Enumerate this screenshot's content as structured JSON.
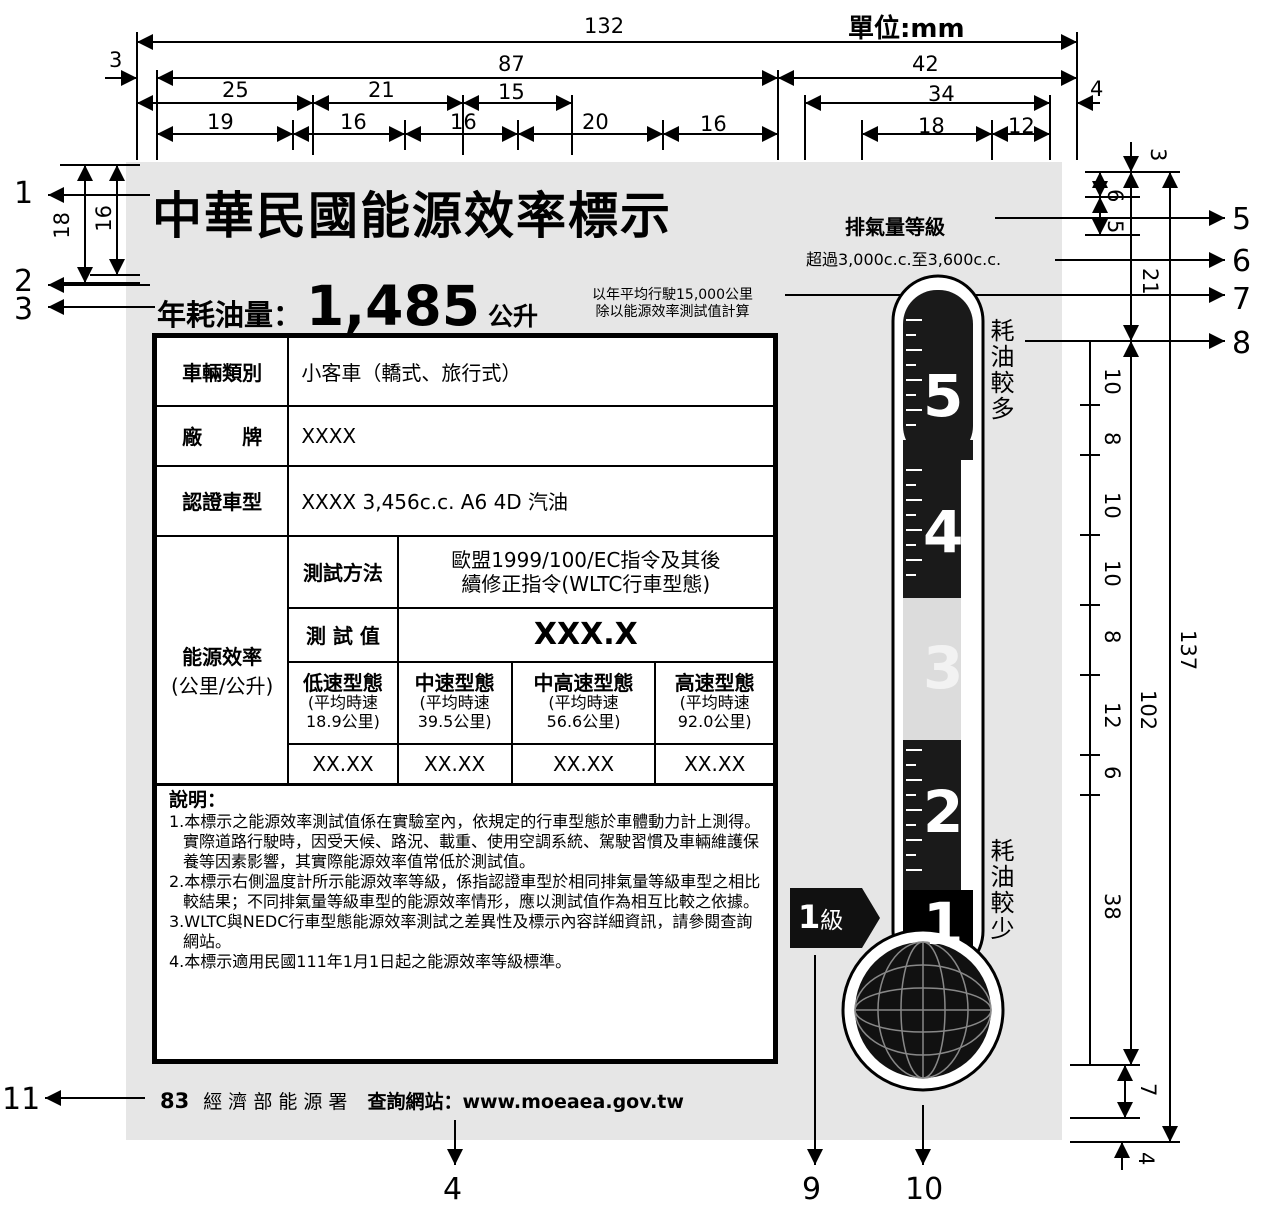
{
  "unit": "單位:mm",
  "label": {
    "title": "中華民國能源效率標示",
    "fuel_prefix": "年耗油量：",
    "fuel_value": "1,485",
    "fuel_unit": "公升",
    "fuel_note_line1": "以年平均行駛15,000公里",
    "fuel_note_line2": "除以能源效率測試值計算",
    "class_title": "排氣量等級",
    "class_range": "超過3,000c.c.至3,600c.c.",
    "rows": [
      {
        "k": "車輛類別",
        "v": "小客車（轎式、旅行式）"
      },
      {
        "k": "廠　　牌",
        "v": "XXXX"
      },
      {
        "k": "認證車型",
        "v": "XXXX 3,456c.c. A6 4D 汽油"
      }
    ],
    "efficiency": {
      "label1": "能源效率",
      "label2": "(公里/公升)",
      "method_k": "測試方法",
      "method_v1": "歐盟1999/100/EC指令及其後",
      "method_v2": "續修正指令(WLTC行車型態)",
      "value_k": "測 試 值",
      "value_v": "XXX.X",
      "modes": [
        {
          "name": "低速型態",
          "d1": "(平均時速",
          "d2": "18.9公里)",
          "val": "XX.XX"
        },
        {
          "name": "中速型態",
          "d1": "(平均時速",
          "d2": "39.5公里)",
          "val": "XX.XX"
        },
        {
          "name": "中高速型態",
          "d1": "(平均時速",
          "d2": "56.6公里)",
          "val": "XX.XX"
        },
        {
          "name": "高速型態",
          "d1": "(平均時速",
          "d2": "92.0公里)",
          "val": "XX.XX"
        }
      ]
    },
    "explanation_title": "說明：",
    "explanations": [
      "1.本標示之能源效率測試值係在實驗室內，依規定的行車型態於車體動力計上測得。實際道路行駛時，因受天候、路況、載重、使用空調系統、駕駛習慣及車輛維護保養等因素影響，其實際能源效率值常低於測試值。",
      "2.本標示右側溫度計所示能源效率等級，係指認證車型於相同排氣量等級車型之相比較結果；不同排氣量等級車型的能源效率情形，應以測試值作為相互比較之依據。",
      "3.WLTC與NEDC行車型態能源效率測試之差異性及標示內容詳細資訊，請參閱查詢網站。",
      "4.本標示適用民國111年1月1日起之能源效率等級標準。"
    ],
    "footer_logo": "83",
    "footer_org": "經 濟 部 能 源 署",
    "footer_query": "查詢網站：www.moeaea.gov.tw",
    "grade_badge_num": "1",
    "grade_badge_unit": "級",
    "more_fuel": "耗油較多",
    "less_fuel": "耗油較少",
    "levels": [
      "5",
      "4",
      "3",
      "2",
      "1"
    ]
  },
  "dimensions": {
    "top": [
      "132",
      "3",
      "87",
      "42",
      "4",
      "25",
      "21",
      "15",
      "34",
      "19",
      "16",
      "16",
      "20",
      "16",
      "18",
      "12"
    ],
    "left": [
      "18",
      "16"
    ],
    "right": [
      "3",
      "6",
      "5",
      "21",
      "137",
      "10",
      "8",
      "10",
      "10",
      "8",
      "102",
      "12",
      "6",
      "38",
      "7",
      "4"
    ]
  },
  "callouts": [
    "1",
    "2",
    "3",
    "4",
    "5",
    "6",
    "7",
    "8",
    "9",
    "10",
    "11"
  ]
}
